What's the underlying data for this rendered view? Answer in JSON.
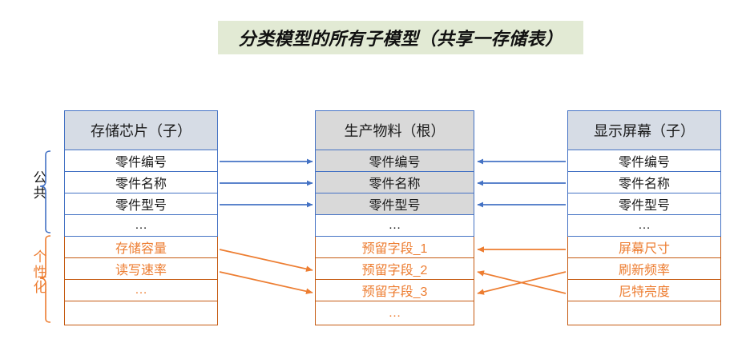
{
  "title": {
    "text": "分类模型的所有子模型（共享一存储表）",
    "band_color": "#E2EAD4"
  },
  "colors": {
    "common_accent": "#4472C4",
    "custom_accent": "#ED7D31",
    "custom_border": "#C55A11",
    "root_header_fill": "#D9D9D9",
    "child_header_fill": "#D6DCE5",
    "shared_row_fill": "#D9D9D9"
  },
  "side_labels": {
    "common": "公共",
    "custom": "个性化"
  },
  "tables": {
    "left": {
      "name": "存储芯片（子）",
      "common_rows": [
        "零件编号",
        "零件名称",
        "零件型号",
        "…"
      ],
      "custom_rows": [
        "存储容量",
        "读写速率",
        "…",
        ""
      ]
    },
    "middle": {
      "name": "生产物料（根）",
      "common_rows": [
        "零件编号",
        "零件名称",
        "零件型号",
        "…"
      ],
      "custom_rows": [
        "预留字段_1",
        "预留字段_2",
        "预留字段_3",
        "…"
      ]
    },
    "right": {
      "name": "显示屏幕（子）",
      "common_rows": [
        "零件编号",
        "零件名称",
        "零件型号",
        "…"
      ],
      "custom_rows": [
        "屏幕尺寸",
        "刷新频率",
        "尼特亮度",
        ""
      ]
    }
  },
  "connections": {
    "common_left_to_root": [
      "零件编号",
      "零件名称",
      "零件型号"
    ],
    "common_right_to_root": [
      "零件编号",
      "零件名称",
      "零件型号"
    ],
    "custom_left_to_root": [
      {
        "from": "存储容量",
        "to": "预留字段_2"
      },
      {
        "from": "读写速率",
        "to": "预留字段_3"
      }
    ],
    "custom_right_to_root": [
      {
        "from": "屏幕尺寸",
        "to": "预留字段_1"
      },
      {
        "from": "刷新频率",
        "to": "预留字段_3"
      },
      {
        "from": "尼特亮度",
        "to": "预留字段_2"
      }
    ]
  }
}
